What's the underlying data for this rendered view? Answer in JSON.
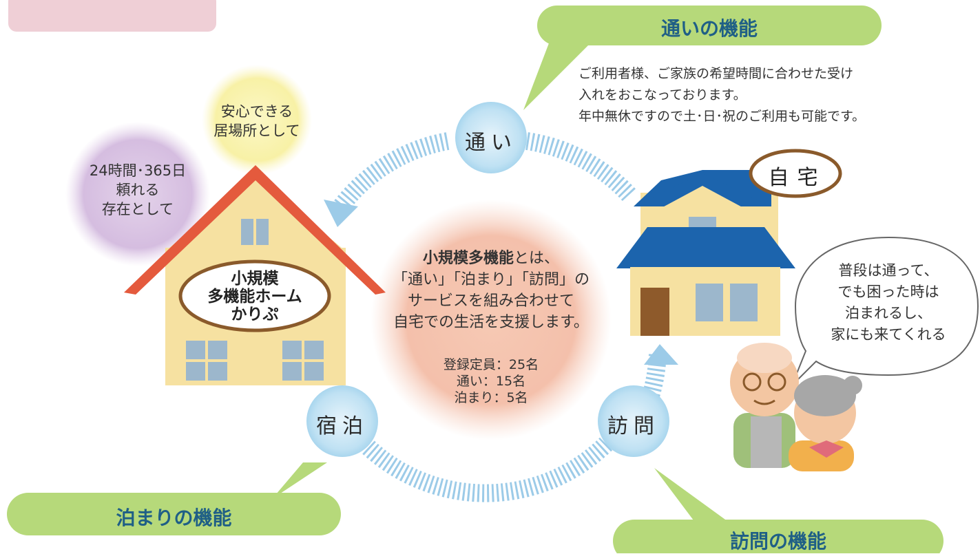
{
  "functions": {
    "tsuui": "通いの機能",
    "tomari": "泊まりの機能",
    "houmon": "訪問の機能"
  },
  "nodes": {
    "tsuui": "通い",
    "shukuhaku": "宿泊",
    "houmon": "訪問"
  },
  "tsuui_description": [
    "ご利用者様、ご家族の希望時間に合わせた受け",
    "入れをおこなっております。",
    "年中無休ですので土･日･祝のご利用も可能です。"
  ],
  "bubbles": {
    "yellow": [
      "安心できる",
      "居場所として"
    ],
    "purple": [
      "24時間･365日",
      "頼れる",
      "存在として"
    ]
  },
  "home": {
    "name_lines": [
      "小規模",
      "多機能ホーム",
      "かりぷ"
    ]
  },
  "jitaku": "自宅",
  "center": {
    "bold": "小規模多機能",
    "after_bold": "とは、",
    "lines": [
      "「通い」「泊まり」「訪問」の",
      "サービスを組み合わせて",
      "自宅での生活を支援します。"
    ],
    "capacity": [
      "登録定員：25名",
      "通い：15名",
      "泊まり：5名"
    ]
  },
  "speech": [
    "普段は通って、",
    "でも困った時は",
    "泊まれるし、",
    "家にも来てくれる"
  ]
}
